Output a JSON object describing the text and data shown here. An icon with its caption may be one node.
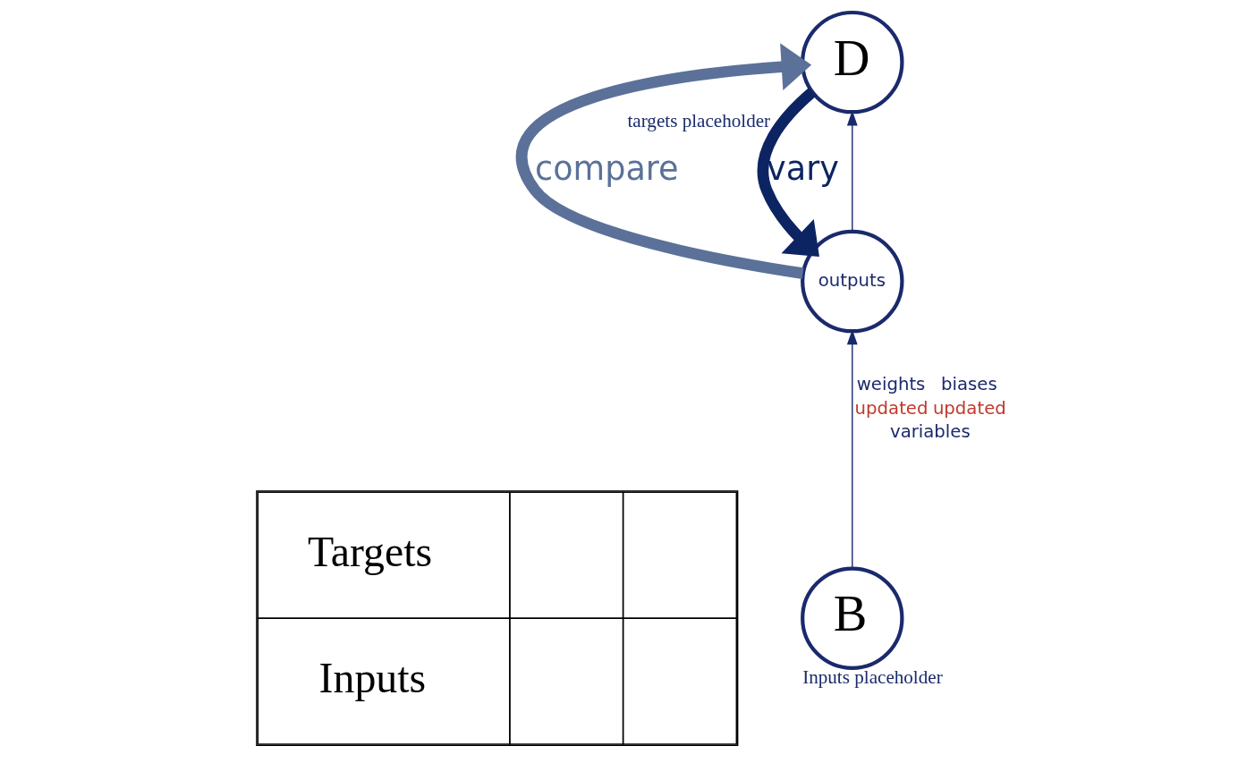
{
  "diagram": {
    "nodes": [
      {
        "text": [
          "D"
        ],
        "beside": [
          "targets placeholder"
        ]
      },
      {
        "text": [
          "outputs"
        ]
      },
      {
        "text": [
          "B"
        ],
        "beside": [
          "Inputs placeholder"
        ]
      }
    ],
    "edges": [
      {
        "from": 2,
        "to": 1,
        "arrow": "to"
      },
      {
        "from": 1,
        "to": 0,
        "arrow": "to"
      },
      {
        "from": 1,
        "to": 0,
        "arrow": "to",
        "label": "compare",
        "style": "thick",
        "color": "#5b7199"
      },
      {
        "from": 0,
        "to": 1,
        "arrow": "to",
        "label": "vary",
        "style": "thick",
        "color": "#0d2463"
      }
    ],
    "labels": [
      "Targets",
      "Inputs",
      "weights",
      "biases",
      "updated",
      "updated",
      "variables"
    ]
  }
}
